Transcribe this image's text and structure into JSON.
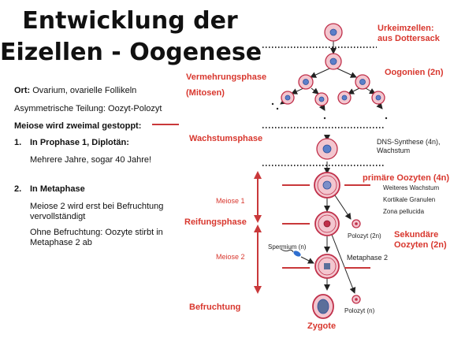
{
  "title_line1": "Entwicklung der",
  "title_line2": "Eizellen - Oogenese",
  "notes": {
    "ort_label": "Ort:",
    "ort_value": "Ovarium, ovarielle Follikeln",
    "asym": "Asymmetrische Teilung: Oozyt-Polozyt",
    "meiose_stop": "Meiose wird zweimal gestoppt:",
    "item1_num": "1.",
    "item1_title": "In Prophase 1, Diplotän:",
    "item1_detail": "Mehrere Jahre, sogar 40 Jahre!",
    "item2_num": "2.",
    "item2_title": "In Metaphase",
    "item2_detail_a": "Meiose 2 wird erst bei Befruchtung",
    "item2_detail_b": "vervollständigt",
    "item2_detail_c": "Ohne Befruchtung: Oozyte stirbt in",
    "item2_detail_d": "Metaphase 2 ab"
  },
  "phases": {
    "vermehrung_a": "Vermehrungsphase",
    "vermehrung_b": "(Mitosen)",
    "wachstum": "Wachstumsphase",
    "meiose1": "Meiose 1",
    "reifung": "Reifungsphase",
    "meiose2": "Meiose 2",
    "befruchtung": "Befruchtung"
  },
  "cells": {
    "urkeim_a": "Urkeimzellen:",
    "urkeim_b": "aus Dottersack",
    "oogonien": "Oogonien (2n)",
    "dns_a": "DNS-Synthese (4n),",
    "dns_b": "Wachstum",
    "primaer": "primäre Oozyten (4n)",
    "weiteres": "Weiteres Wachstum",
    "kortikale": "Kortikale Granulen",
    "zona": "Zona pellucida",
    "polozyt1": "Polozyt (2n)",
    "sekundaer_a": "Sekundäre",
    "sekundaer_b": "Oozyten (2n)",
    "spermium": "Spermium (n)",
    "metaphase2": "Metaphase 2",
    "polozyt2": "Polozyt (n)",
    "zygote": "Zygote"
  },
  "colors": {
    "accent_red": "#d8372e",
    "cell_fill": "#f3c6cf",
    "cell_stroke": "#c0304a",
    "nucleus": "#5b7fc9",
    "arrow_red": "#c9383a"
  }
}
